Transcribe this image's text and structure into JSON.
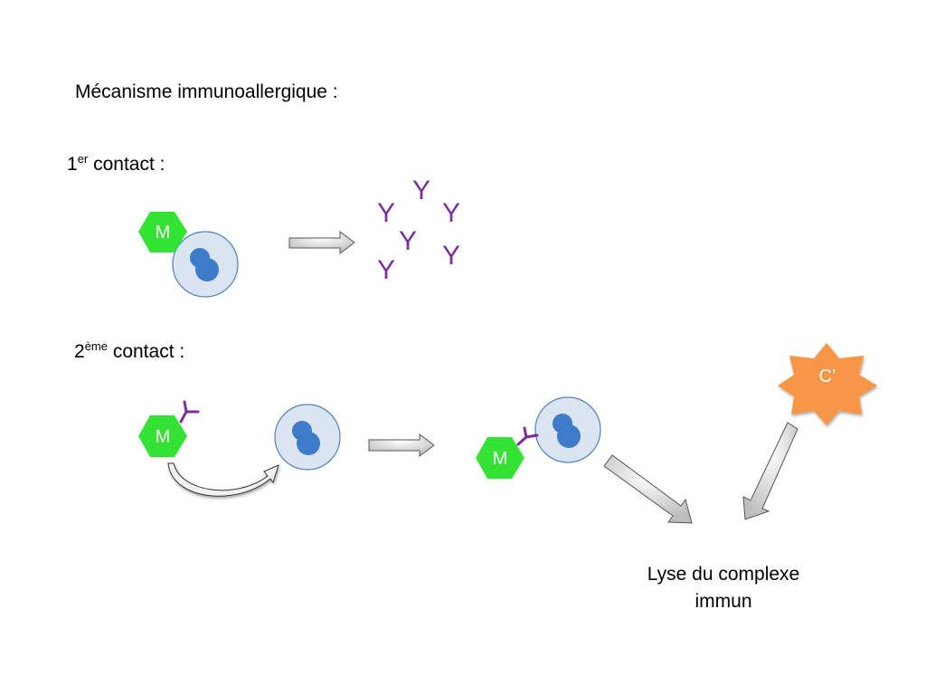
{
  "title": "Mécanisme immunoallergique :",
  "first_contact": {
    "num": "1",
    "sup": "er",
    "label": "contact :"
  },
  "second_contact": {
    "num": "2",
    "sup": "ème",
    "label": "contact :"
  },
  "medication_label": "M",
  "antibody_glyph": "Y",
  "complement_label": "C’",
  "result_label": "Lyse du complexe immun",
  "colors": {
    "medication": "#33e233",
    "cell_fill": "#dbe5f1",
    "cell_border": "#4f81bd",
    "nucleus": "#3d7cc9",
    "antibody": "#7a2f9c",
    "complement": "#f79646",
    "arrow_fill": "#e0e0e0",
    "arrow_stroke": "#555555"
  }
}
